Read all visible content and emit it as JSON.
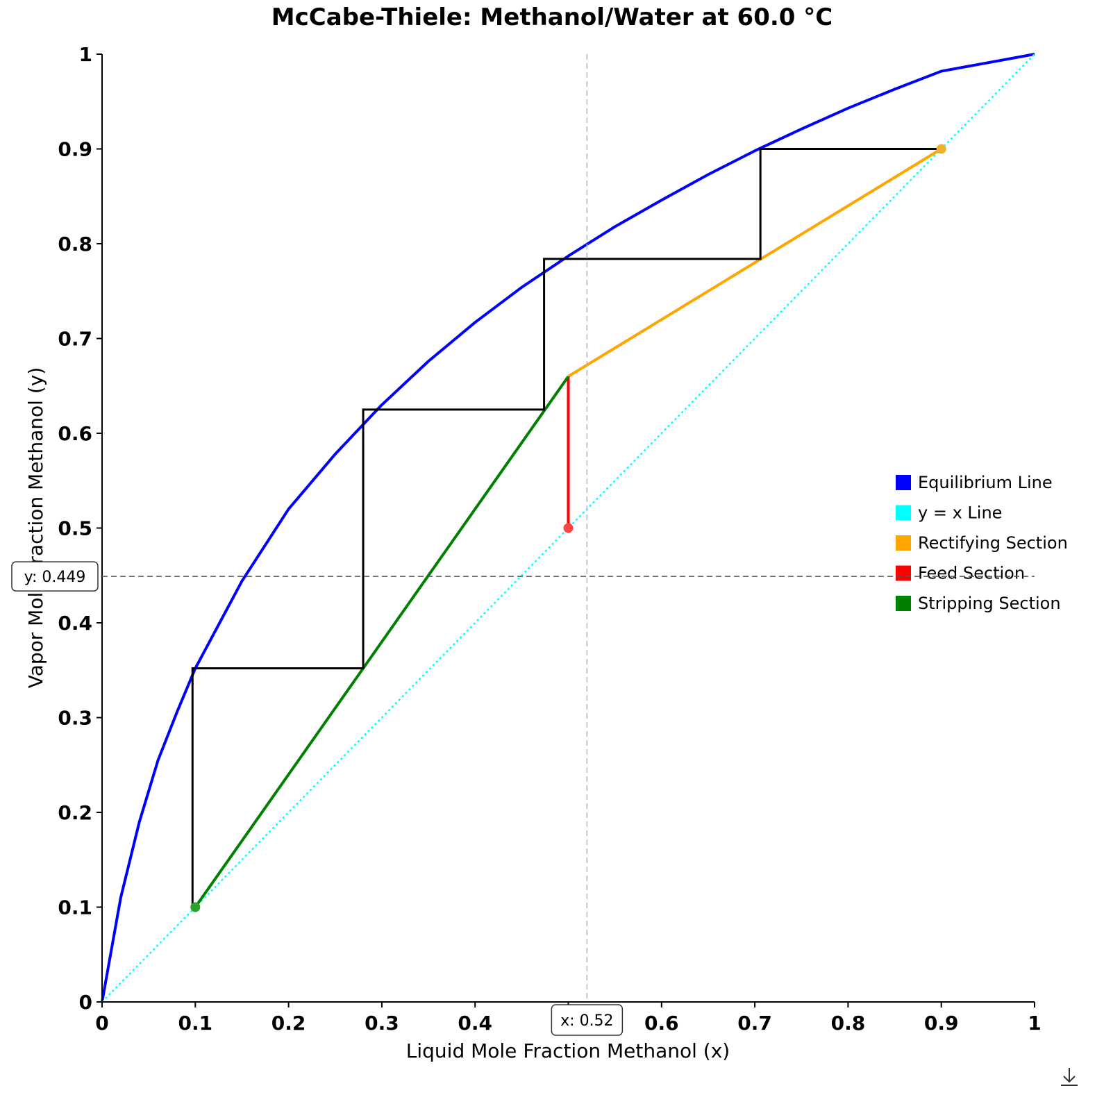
{
  "chart_data": {
    "type": "line",
    "title": "McCabe-Thiele: Methanol/Water at 60.0 °C",
    "xlabel": "Liquid Mole Fraction Methanol (x)",
    "ylabel": "Vapor Mole Fraction Methanol (y)",
    "xlim": [
      0,
      1
    ],
    "ylim": [
      0,
      1
    ],
    "xticks": [
      "0",
      "0.1",
      "0.2",
      "0.3",
      "0.4",
      "0.5",
      "0.6",
      "0.7",
      "0.8",
      "0.9",
      "1"
    ],
    "yticks": [
      "0",
      "0.1",
      "0.2",
      "0.3",
      "0.4",
      "0.5",
      "0.6",
      "0.7",
      "0.8",
      "0.9",
      "1"
    ],
    "legend_position": "right",
    "series": [
      {
        "name": "Equilibrium Line",
        "color": "#0000ff",
        "style": "solid",
        "x": [
          0,
          0.02,
          0.04,
          0.06,
          0.08,
          0.1,
          0.15,
          0.2,
          0.25,
          0.3,
          0.35,
          0.4,
          0.45,
          0.5,
          0.55,
          0.6,
          0.65,
          0.7,
          0.75,
          0.8,
          0.85,
          0.9,
          0.95,
          1.0
        ],
        "y": [
          0,
          0.11,
          0.19,
          0.255,
          0.305,
          0.352,
          0.444,
          0.52,
          0.578,
          0.63,
          0.676,
          0.717,
          0.754,
          0.787,
          0.818,
          0.846,
          0.873,
          0.898,
          0.921,
          0.943,
          0.963,
          0.982,
          0.991,
          1.0
        ]
      },
      {
        "name": "y = x Line",
        "color": "#00ffff",
        "style": "dotted",
        "x": [
          0,
          1
        ],
        "y": [
          0,
          1
        ]
      },
      {
        "name": "Rectifying Section",
        "color": "#ffa500",
        "style": "solid",
        "x": [
          0.5,
          0.9
        ],
        "y": [
          0.66,
          0.9
        ]
      },
      {
        "name": "Feed Section",
        "color": "#ff0000",
        "style": "solid",
        "x": [
          0.5,
          0.5
        ],
        "y": [
          0.5,
          0.66
        ]
      },
      {
        "name": "Stripping Section",
        "color": "#008000",
        "style": "solid",
        "x": [
          0.1,
          0.5
        ],
        "y": [
          0.1,
          0.66
        ]
      }
    ],
    "stages": {
      "color": "#000000",
      "x": [
        0.9,
        0.706,
        0.706,
        0.474,
        0.474,
        0.28,
        0.28,
        0.097,
        0.097
      ],
      "y": [
        0.9,
        0.9,
        0.784,
        0.784,
        0.625,
        0.625,
        0.352,
        0.352,
        0.1
      ]
    },
    "markers": [
      {
        "x": 0.9,
        "y": 0.9,
        "color": "#f0b030"
      },
      {
        "x": 0.5,
        "y": 0.5,
        "color": "#ff4444"
      },
      {
        "x": 0.1,
        "y": 0.1,
        "color": "#2ea02e"
      }
    ],
    "crosshair": {
      "x": 0.52,
      "y": 0.449,
      "x_label": "x: 0.52",
      "y_label": "y: 0.449"
    }
  },
  "toolbar": {
    "download_icon": "download-icon"
  }
}
